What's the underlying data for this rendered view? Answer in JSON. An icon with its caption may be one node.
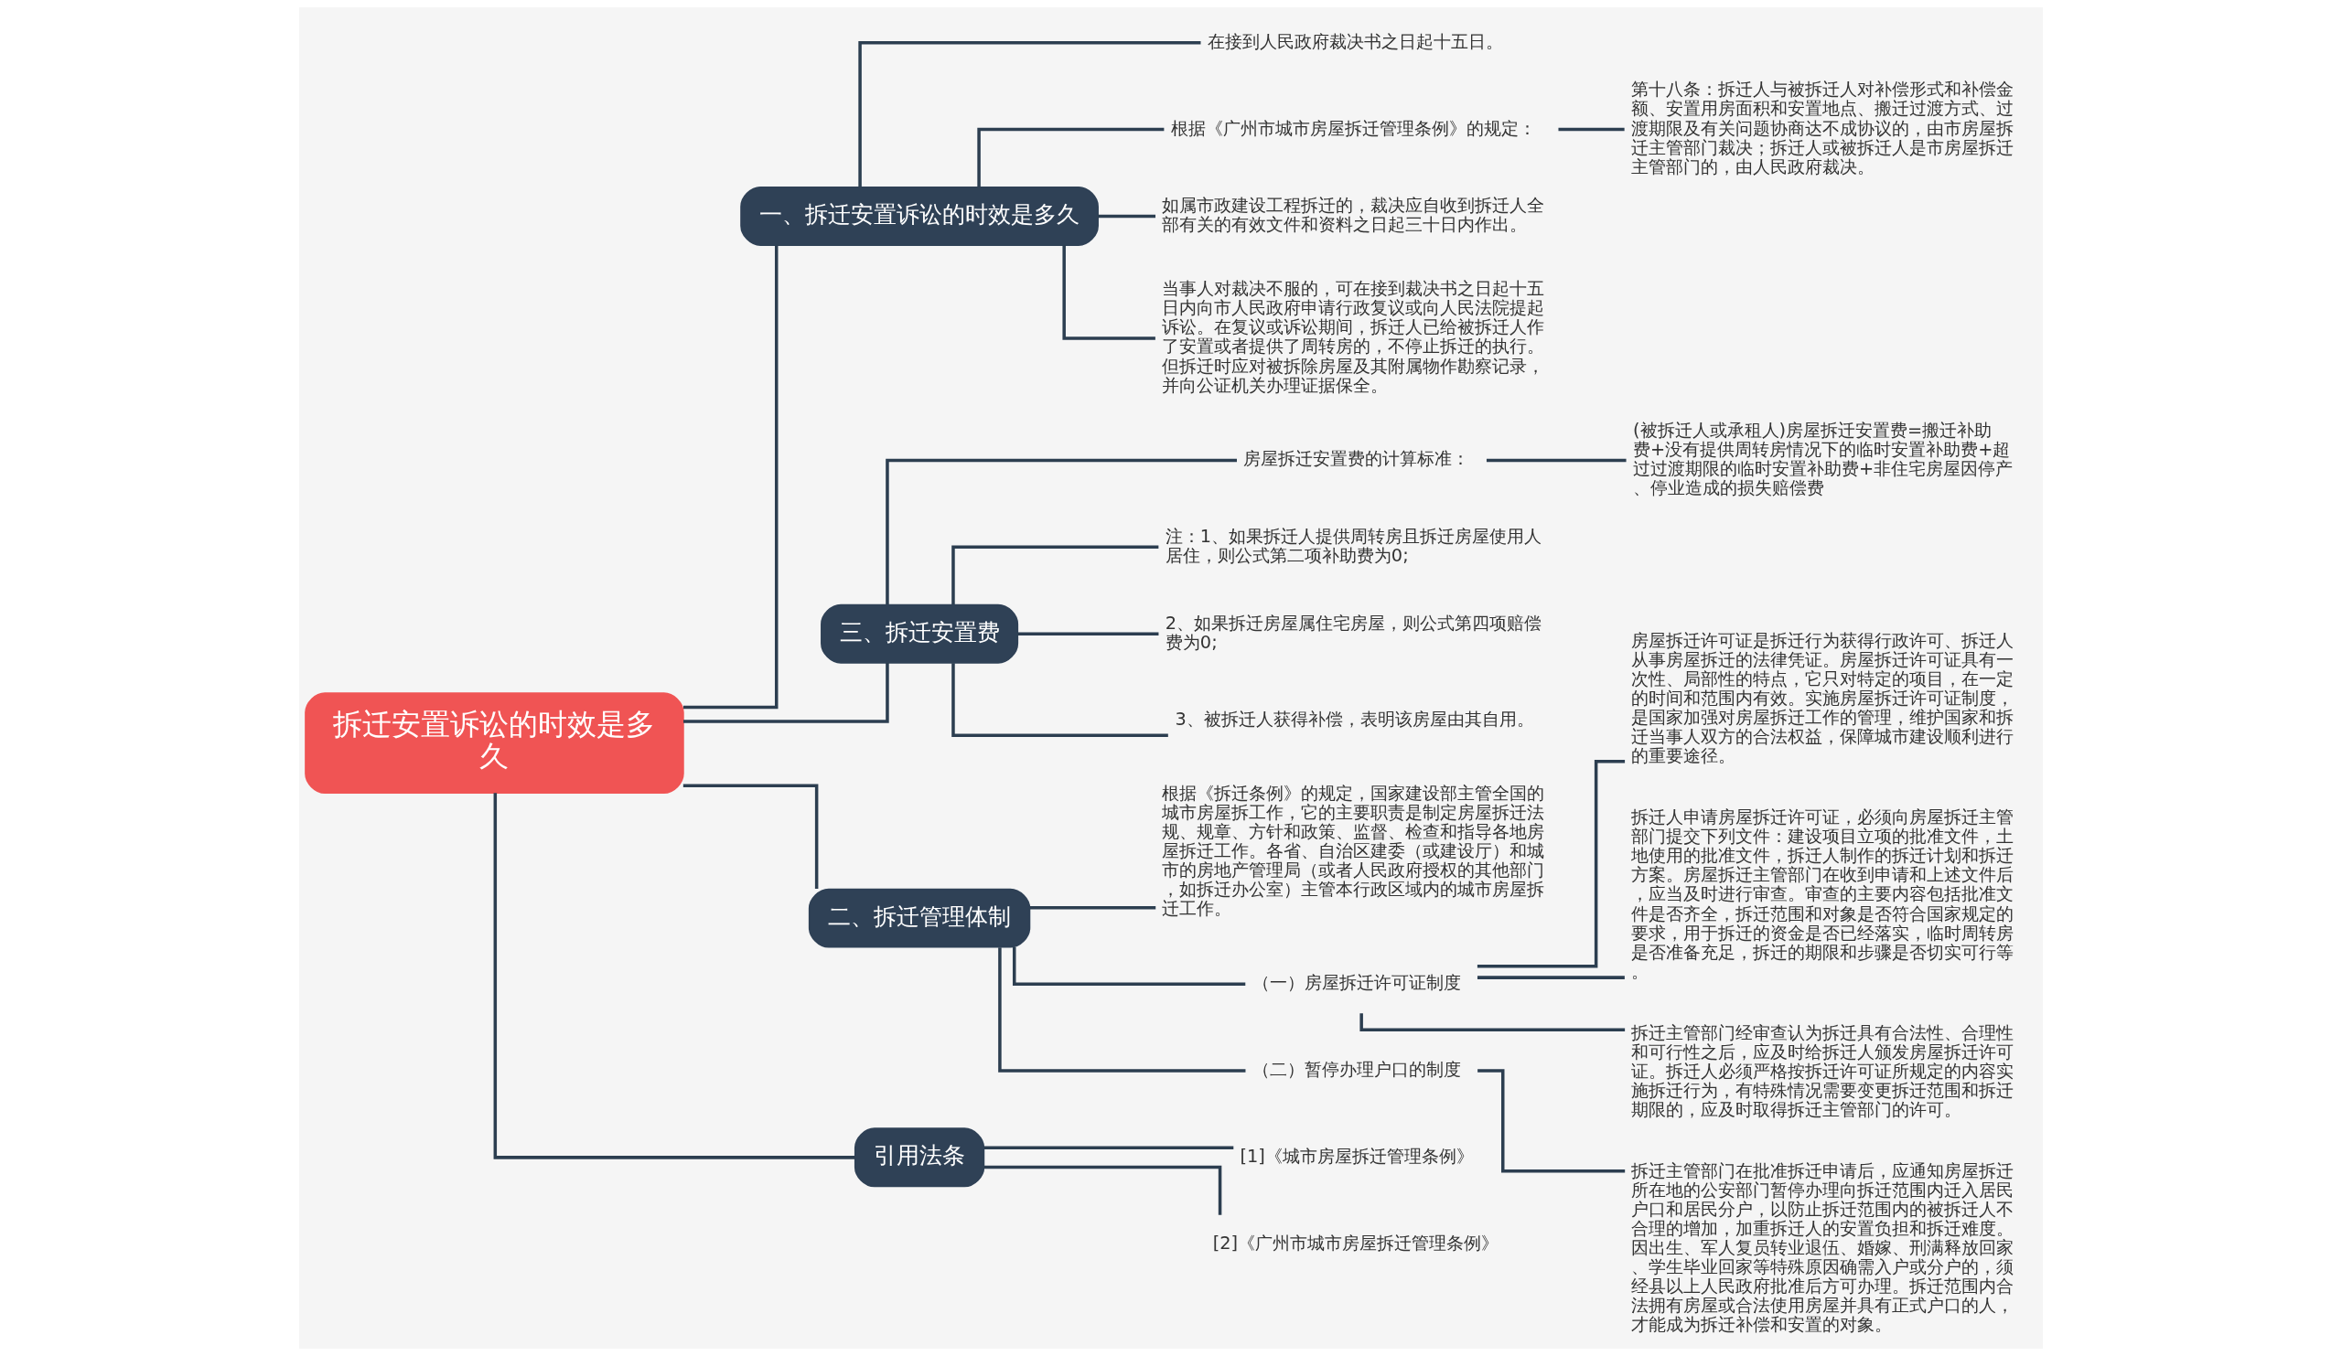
{
  "diagram": {
    "nodes": [
      {
        "text": [
          "拆迁安置诉讼的时效是多久"
        ]
      },
      {
        "text": [
          "一、拆迁安置诉讼的时效是多久"
        ]
      },
      {
        "text": [
          "在接到人民政府裁决书之日起十五日。"
        ]
      },
      {
        "text": [
          "根据《广州市城市房屋拆迁管理条例》的规定："
        ]
      },
      {
        "text": [
          "第十八条：拆迁人与被拆迁人对补偿形式和补偿金额、安置用房面积和安置地点、搬迁过渡方式、过渡期限及有关问题协商达不成协议的，由市房屋拆迁主管部门裁决；拆迁人或被拆迁人是市房屋拆迁主管部门的，由人民政府裁决。"
        ]
      },
      {
        "text": [
          "如属市政建设工程拆迁的，裁决应自收到拆迁人全部有关的有效文件和资料之日起三十日内作出。"
        ]
      },
      {
        "text": [
          "当事人对裁决不服的，可在接到裁决书之日起十五日内向市人民政府申请行政复议或向人民法院提起诉讼。在复议或诉讼期间，拆迁人已给被拆迁人作了安置或者提供了周转房的，不停止拆迁的执行。但拆迁时应对被拆除房屋及其附属物作勘察记录，并向公证机关办理证据保全。"
        ]
      },
      {
        "text": [
          "三、拆迁安置费"
        ]
      },
      {
        "text": [
          "房屋拆迁安置费的计算标准："
        ]
      },
      {
        "text": [
          "(被拆迁人或承租人)房屋拆迁安置费=搬迁补助费+没有提供周转房情况下的临时安置补助费+超过过渡期限的临时安置补助费+非住宅房屋因停产、停业造成的损失赔偿费"
        ]
      },
      {
        "text": [
          "注：1、如果拆迁人提供周转房且拆迁房屋使用人居住，则公式第二项补助费为0;"
        ]
      },
      {
        "text": [
          "2、如果拆迁房屋属住宅房屋，则公式第四项赔偿费为0;"
        ]
      },
      {
        "text": [
          "3、被拆迁人获得补偿，表明该房屋由其自用。"
        ]
      },
      {
        "text": [
          "二、拆迁管理体制"
        ]
      },
      {
        "text": [
          "根据《拆迁条例》的规定，国家建设部主管全国的城市房屋拆工作，它的主要职责是制定房屋拆迁法规、规章、方针和政策、监督、检查和指导各地房屋拆迁工作。各省、自治区建委（或建设厅）和城市的房地产管理局（或者人民政府授权的其他部门，如拆迁办公室）主管本行政区域内的城市房屋拆迁工作。"
        ]
      },
      {
        "text": [
          "（一）房屋拆迁许可证制度"
        ]
      },
      {
        "text": [
          "房屋拆迁许可证是拆迁行为获得行政许可、拆迁人从事房屋拆迁的法律凭证。房屋拆迁许可证具有一次性、局部性的特点，它只对特定的项目，在一定的时间和范围内有效。实施房屋拆迁许可证制度，是国家加强对房屋拆迁工作的管理，维护国家和拆迁当事人双方的合法权益，保障城市建设顺利进行的重要途径。"
        ]
      },
      {
        "text": [
          "拆迁人申请房屋拆迁许可证，必须向房屋拆迁主管部门提交下列文件：建设项目立项的批准文件，土地使用的批准文件，拆迁人制作的拆迁计划和拆迁方案。房屋拆迁主管部门在收到申请和上述文件后，应当及时进行审查。审查的主要内容包括批准文件是否齐全，拆迁范围和对象是否符合国家规定的要求，用于拆迁的资金是否已经落实，临时周转房是否准备充足，拆迁的期限和步骤是否切实可行等。"
        ]
      },
      {
        "text": [
          "拆迁主管部门经审查认为拆迁具有合法性、合理性和可行性之后，应及时给拆迁人颁发房屋拆迁许可证。拆迁人必须严格按拆迁许可证所规定的内容实施拆迁行为，有特殊情况需要变更拆迁范围和拆迁期限的，应及时取得拆迁主管部门的许可。"
        ]
      },
      {
        "text": [
          "（二）暂停办理户口的制度"
        ]
      },
      {
        "text": [
          "拆迁主管部门在批准拆迁申请后，应通知房屋拆迁所在地的公安部门暂停办理向拆迁范围内迁入居民户口和居民分户，以防止拆迁范围内的被拆迁人不合理的增加，加重拆迁人的安置负担和拆迁难度。因出生、军人复员转业退伍、婚嫁、刑满释放回家、学生毕业回家等特殊原因确需入户或分户的，须经县以上人民政府批准后方可办理。拆迁范围内合法拥有房屋或合法使用房屋并具有正式户口的人，才能成为拆迁补偿和安置的对象。"
        ]
      },
      {
        "text": [
          "引用法条"
        ]
      },
      {
        "text": [
          "[1]《城市房屋拆迁管理条例》"
        ]
      },
      {
        "text": [
          "[2]《广州市城市房屋拆迁管理条例》"
        ]
      }
    ],
    "edges": [
      {
        "from": 0,
        "to": 1,
        "arrow": "none"
      },
      {
        "from": 1,
        "to": 2,
        "arrow": "none"
      },
      {
        "from": 1,
        "to": 3,
        "arrow": "none"
      },
      {
        "from": 3,
        "to": 4,
        "arrow": "none"
      },
      {
        "from": 1,
        "to": 5,
        "arrow": "none"
      },
      {
        "from": 1,
        "to": 6,
        "arrow": "none"
      },
      {
        "from": 0,
        "to": 7,
        "arrow": "none"
      },
      {
        "from": 7,
        "to": 8,
        "arrow": "none"
      },
      {
        "from": 8,
        "to": 9,
        "arrow": "none"
      },
      {
        "from": 7,
        "to": 10,
        "arrow": "none"
      },
      {
        "from": 7,
        "to": 11,
        "arrow": "none"
      },
      {
        "from": 7,
        "to": 12,
        "arrow": "none"
      },
      {
        "from": 0,
        "to": 13,
        "arrow": "none"
      },
      {
        "from": 13,
        "to": 14,
        "arrow": "none"
      },
      {
        "from": 13,
        "to": 15,
        "arrow": "none"
      },
      {
        "from": 15,
        "to": 16,
        "arrow": "none"
      },
      {
        "from": 15,
        "to": 17,
        "arrow": "none"
      },
      {
        "from": 15,
        "to": 18,
        "arrow": "none"
      },
      {
        "from": 13,
        "to": 19,
        "arrow": "none"
      },
      {
        "from": 19,
        "to": 20,
        "arrow": "none"
      },
      {
        "from": 0,
        "to": 21,
        "arrow": "none"
      },
      {
        "from": 21,
        "to": 22,
        "arrow": "none"
      },
      {
        "from": 21,
        "to": 23,
        "arrow": "none"
      }
    ]
  }
}
